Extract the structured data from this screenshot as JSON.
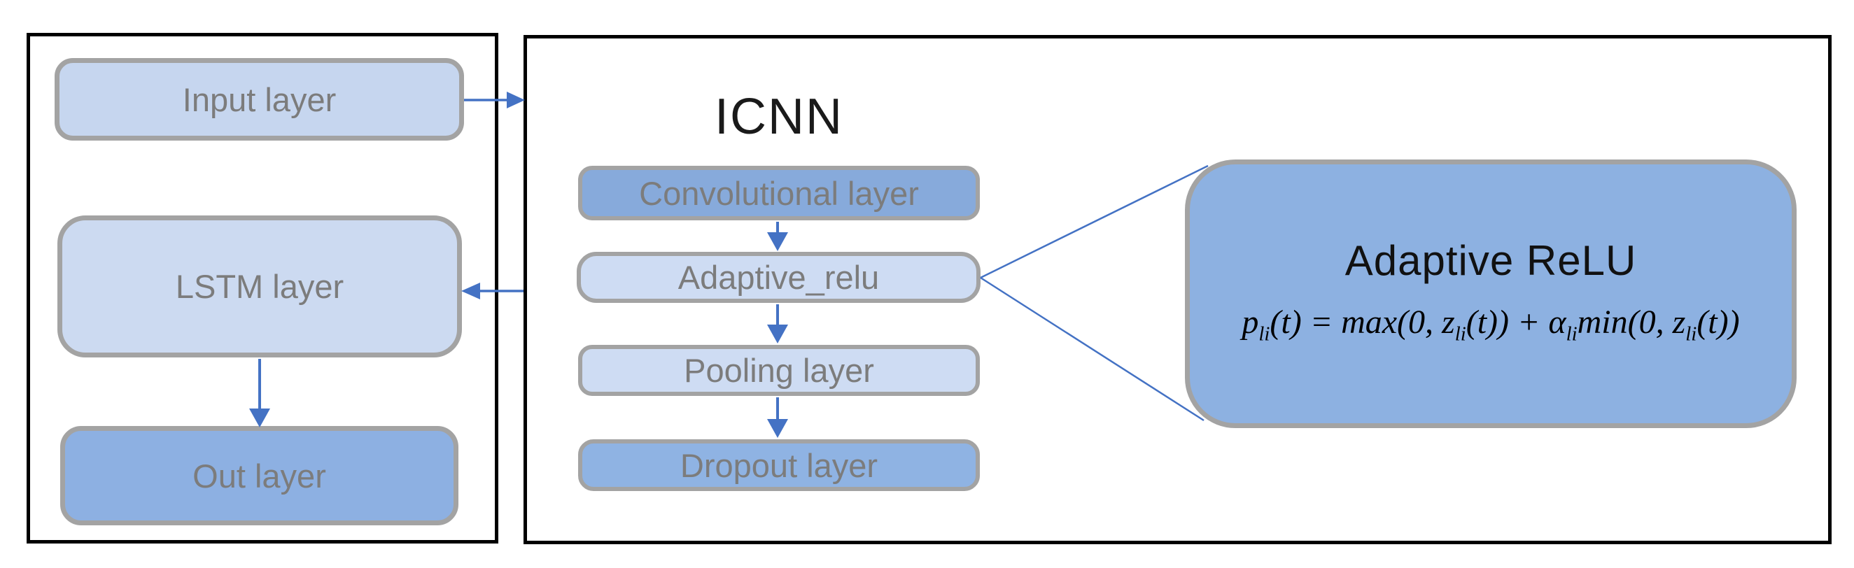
{
  "diagram": {
    "background": "#ffffff",
    "left_panel": {
      "nodes": [
        {
          "id": "input-layer",
          "label": "Input layer",
          "fill": "#c6d6ef"
        },
        {
          "id": "lstm-layer",
          "label": "LSTM layer",
          "fill": "#ccdaf1"
        },
        {
          "id": "out-layer",
          "label": "Out layer",
          "fill": "#8db0e2"
        }
      ]
    },
    "icnn_panel": {
      "title": "ICNN",
      "nodes": [
        {
          "id": "convolutional-layer",
          "label": "Convolutional layer",
          "fill": "#87aadb"
        },
        {
          "id": "adaptive-relu",
          "label": "Adaptive_relu",
          "fill": "#cedcf3"
        },
        {
          "id": "pooling-layer",
          "label": "Pooling layer",
          "fill": "#cedcf3"
        },
        {
          "id": "dropout-layer",
          "label": "Dropout layer",
          "fill": "#8fb3e3"
        }
      ]
    },
    "callout": {
      "title": "Adaptive ReLU",
      "fill": "#8db1e1",
      "formula_plain": "pli(t) = max(0, zli(t)) + αli min(0, zli(t))",
      "formula": {
        "segments": [
          {
            "s": "it",
            "t": "p"
          },
          {
            "s": "sub",
            "t": "li"
          },
          {
            "s": "it",
            "t": "(t) = max(0, z"
          },
          {
            "s": "sub",
            "t": "li"
          },
          {
            "s": "it",
            "t": "(t)) + α"
          },
          {
            "s": "sub",
            "t": "li"
          },
          {
            "s": "it",
            "t": "min(0, z"
          },
          {
            "s": "sub",
            "t": "li"
          },
          {
            "s": "it",
            "t": "(t))"
          }
        ]
      }
    },
    "colors": {
      "arrow": "#4472c4",
      "node_border": "#a3a3a3",
      "container_border": "#000000",
      "label_text": "#7c7c7c",
      "title_text": "#1a1a1a"
    }
  }
}
